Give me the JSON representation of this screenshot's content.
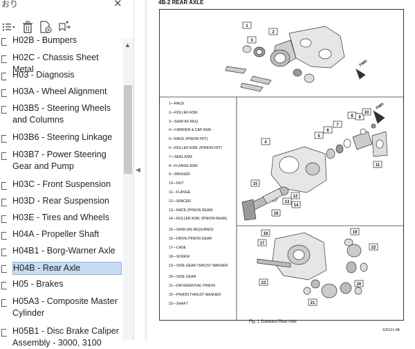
{
  "sidebar": {
    "title": "おり",
    "bookmarks": [
      {
        "label": "H02B - Bumpers",
        "selected": false
      },
      {
        "label": "H02C - Chassis Sheet Metal",
        "selected": false
      },
      {
        "label": "H03 - Diagnosis",
        "selected": false
      },
      {
        "label": "H03A - Wheel Alignment",
        "selected": false
      },
      {
        "label": "H03B5 - Steering Wheels and Columns",
        "selected": false
      },
      {
        "label": "H03B6 - Steering Linkage",
        "selected": false
      },
      {
        "label": "H03B7 - Power Steering Gear and Pump",
        "selected": false
      },
      {
        "label": "H03C - Front Suspension",
        "selected": false
      },
      {
        "label": "H03D - Rear Suspension",
        "selected": false
      },
      {
        "label": "H03E - Tires and Wheels",
        "selected": false
      },
      {
        "label": "H04A - Propeller Shaft",
        "selected": false
      },
      {
        "label": "H04B1 - Borg-Warner Axle",
        "selected": false
      },
      {
        "label": "H04B - Rear Axle",
        "selected": true
      },
      {
        "label": "H05 - Brakes",
        "selected": false
      },
      {
        "label": "H05A3 - Composite Master Cylinder",
        "selected": false
      },
      {
        "label": "H05B1 - Disc Brake Caliper Assembly - 3000, 3100",
        "selected": false
      }
    ]
  },
  "document": {
    "page_header": "4B-2  REAR AXLE",
    "legend": [
      "1—RACE",
      "2—ROLLER ASM.",
      "3—SHIM AS REQ.",
      "4—CARRIER & CAP ASM.",
      "5—RACE (PINION FRT)",
      "6—ROLLER ASM. (PINION FRT)",
      "7—SEAL ASM.",
      "8—FLANGE ASM.",
      "9—WASHER",
      "10—NUT",
      "11—FLANGE",
      "12—SPACER",
      "13—RACE (PINION REAR)",
      "14—ROLLER ASM. (PINION REAR)",
      "15—SHIM (AS REQUIRED)",
      "16—DRIVE PINION GEAR",
      "17—CASE",
      "18—SCREW",
      "19—SIDE GEAR THRUST WASHER",
      "20—SIDE GEAR",
      "21—DIFFERENTIAL PINION",
      "22—PINION THRUST WASHER",
      "23—SHAFT"
    ],
    "fwd_label": "FWD",
    "caption": "Fig. 1 Standard Rear Axle",
    "figure_code": "S20121-4B",
    "callouts": [
      "1",
      "2",
      "3",
      "4",
      "5",
      "6",
      "7",
      "8",
      "9",
      "10",
      "11",
      "12",
      "13",
      "14",
      "15",
      "16",
      "17",
      "18",
      "19",
      "20",
      "21",
      "22",
      "23"
    ]
  }
}
